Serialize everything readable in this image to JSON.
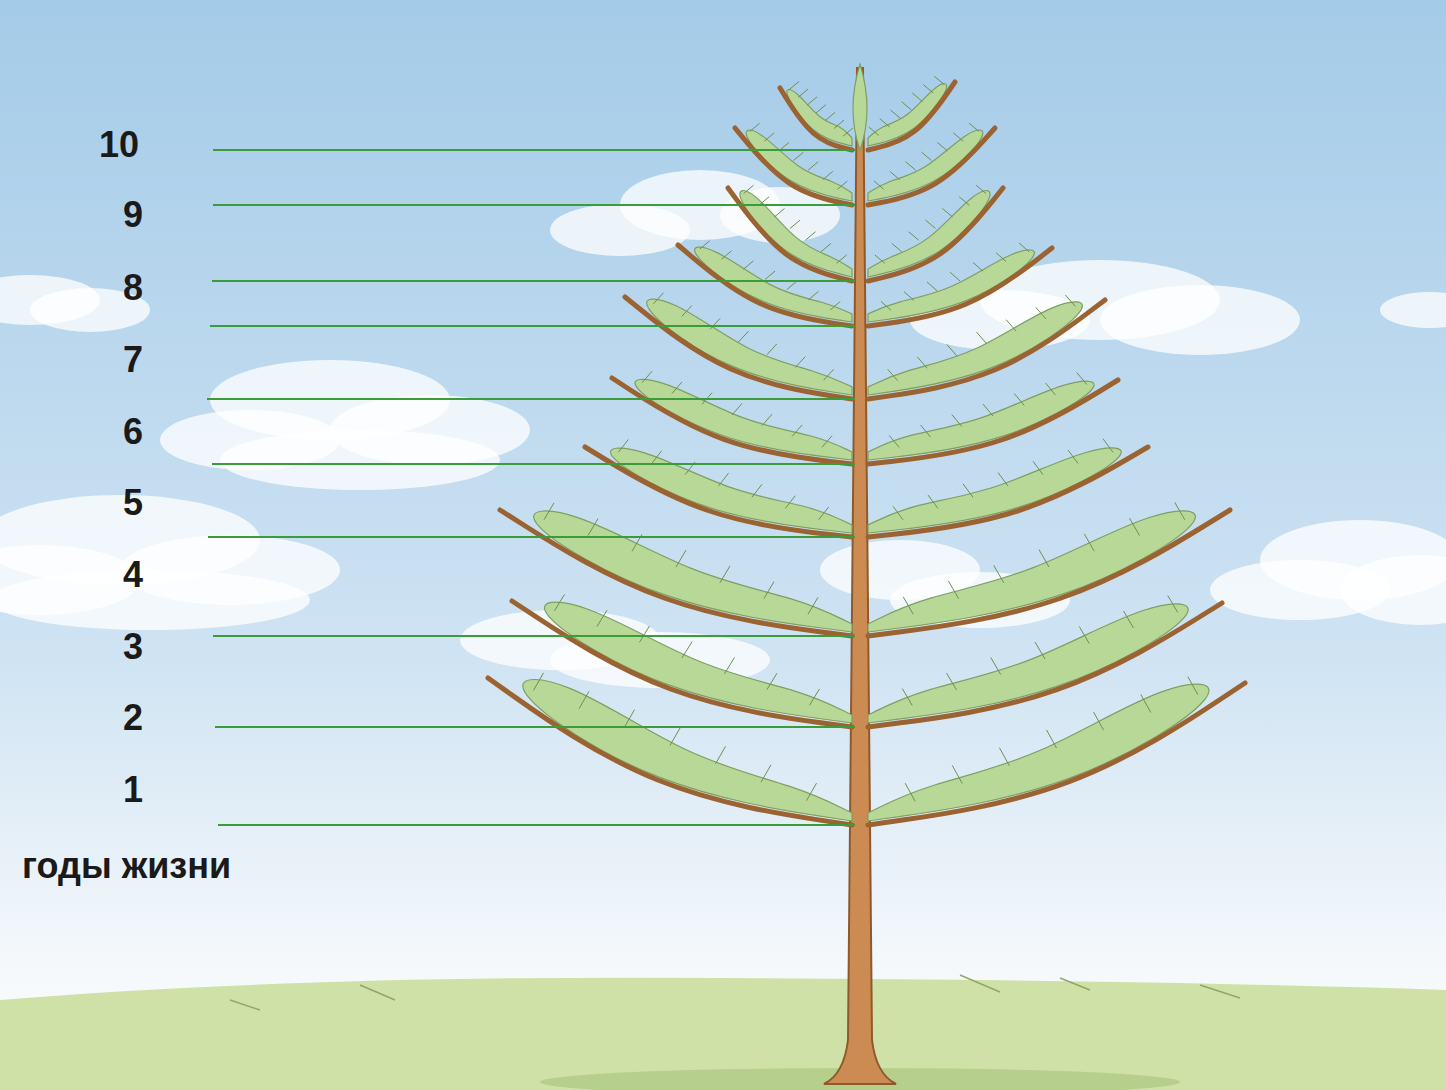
{
  "diagram": {
    "labels": [
      "10",
      "9",
      "8",
      "7",
      "6",
      "5",
      "4",
      "3",
      "2",
      "1",
      "годы жизни"
    ]
  }
}
